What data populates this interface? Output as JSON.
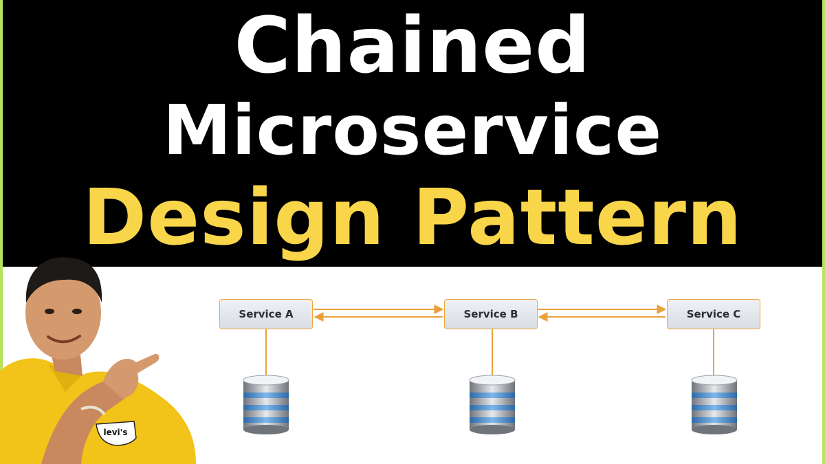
{
  "title": {
    "line1": "Chained",
    "line2": "Microservice",
    "line3": "Design Pattern"
  },
  "diagram": {
    "services": [
      {
        "label": "Service A"
      },
      {
        "label": "Service B"
      },
      {
        "label": "Service C"
      }
    ],
    "connections": [
      {
        "from": "Service A",
        "to": "Service B",
        "direction": "bidirectional"
      },
      {
        "from": "Service B",
        "to": "Service C",
        "direction": "bidirectional"
      }
    ],
    "databases": [
      {
        "attached_to": "Service A"
      },
      {
        "attached_to": "Service B"
      },
      {
        "attached_to": "Service C"
      }
    ],
    "link_color": "#e9a23b",
    "database_accent": "#3f86c9"
  },
  "presenter": {
    "shirt_brand": "levi's"
  },
  "colors": {
    "banner_background": "#000000",
    "title_primary": "#ffffff",
    "title_accent": "#f9d54a",
    "page_background": "#ffffff",
    "edge_accent": "#b7e35a"
  }
}
